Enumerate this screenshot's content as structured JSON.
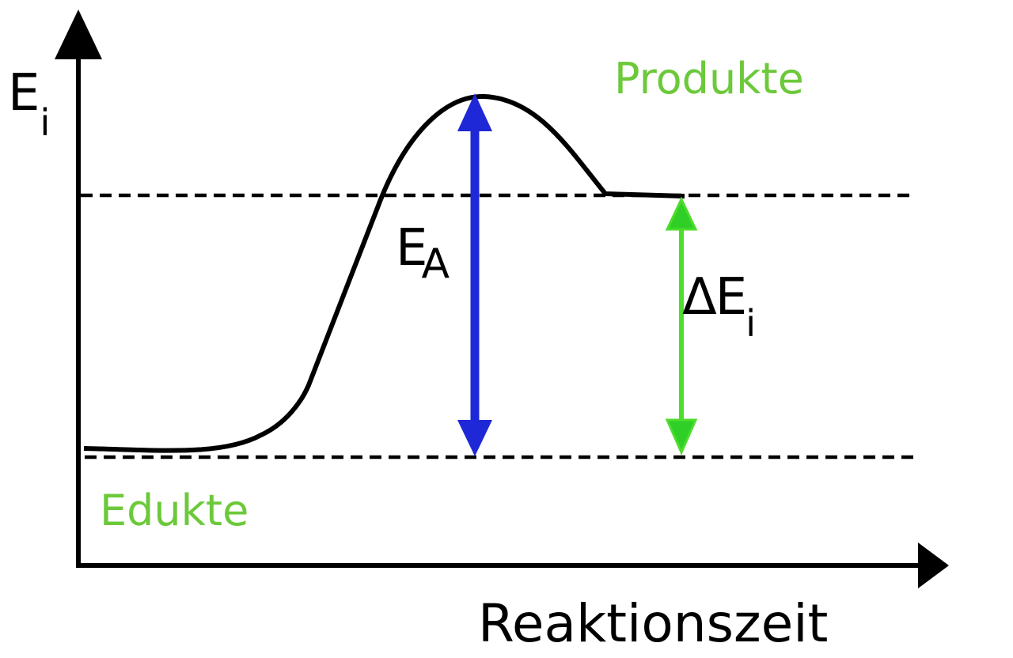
{
  "labels": {
    "y_axis_main": "E",
    "y_axis_sub": "i",
    "x_axis": "Reaktionszeit",
    "products": "Produkte",
    "educts": "Edukte",
    "activation_main": "E",
    "activation_sub": "A",
    "delta_symbol": "ΔE",
    "delta_sub": "i"
  },
  "colors": {
    "axis": "#000000",
    "curve": "#000000",
    "activation_arrow": "#1f28d6",
    "delta_arrow": "#4ddd2c",
    "state_label": "#6cc93a",
    "text": "#000000"
  }
}
